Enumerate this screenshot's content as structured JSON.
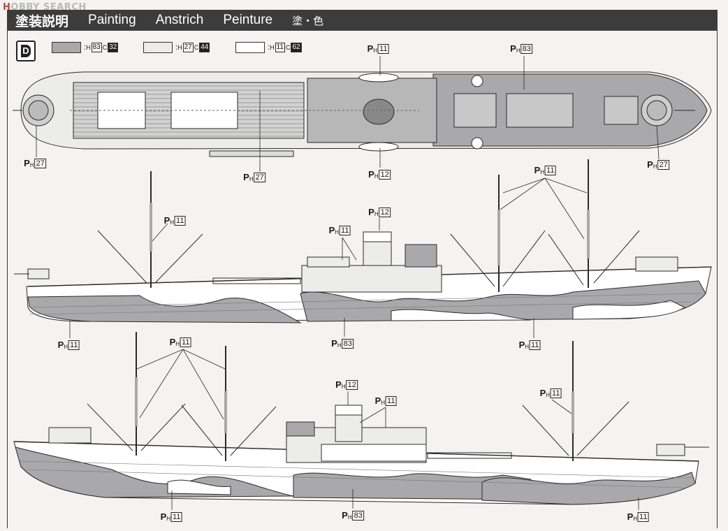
{
  "watermark": {
    "h": "H",
    "rest": "OBBY SEARCH"
  },
  "header": {
    "ja": "塗装説明",
    "en": "Painting",
    "de": "Anstrich",
    "fr": "Peinture",
    "ja_short": "塗・色"
  },
  "step": {
    "letter": "D"
  },
  "legend": [
    {
      "swatch": "#a9a9ab",
      "h_code": "83",
      "c_code": "32"
    },
    {
      "swatch": "#ececea",
      "h_code": "27",
      "c_code": "44"
    },
    {
      "swatch": "#ffffff",
      "h_code": "11",
      "c_code": "62"
    }
  ],
  "legend_labels": {
    "h": "H",
    "c": "C"
  },
  "callouts": {
    "prefix_p": "P",
    "prefix_h": "H",
    "top_aft_stern": "27",
    "top_mid": "27",
    "top_bridge_top": "11",
    "top_bridge_bottom": "12",
    "top_fore_deck": "83",
    "top_bow": "27",
    "s1_aft_mast": "11",
    "s1_funnel_top": "12",
    "s1_funnel_mid": "11",
    "s1_fore_mast": "11",
    "s1_hull_aft": "11",
    "s1_hull_mid": "83",
    "s1_hull_fore": "11",
    "s2_mast": "11",
    "s2_funnel_top": "12",
    "s2_funnel_mid": "11",
    "s2_aft_mast": "11",
    "s2_hull_fore": "11",
    "s2_hull_mid": "83",
    "s2_hull_aft": "11"
  },
  "colors": {
    "dark": "#a9a9ab",
    "light": "#ececea",
    "white": "#ffffff",
    "line": "#2a2a2a"
  }
}
